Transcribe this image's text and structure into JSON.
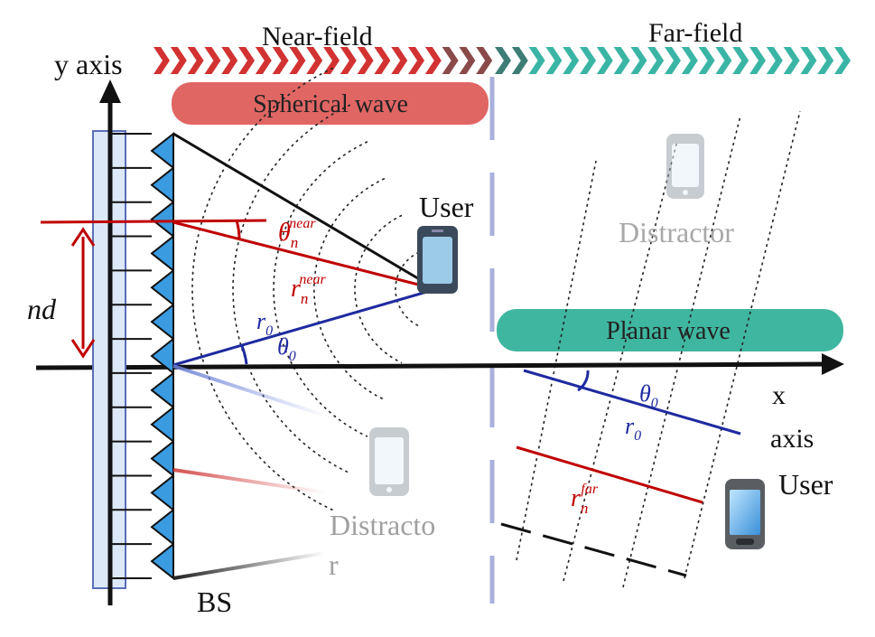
{
  "header": {
    "near_field": "Near-field",
    "far_field": "Far-field",
    "near_color": "#d23232",
    "far_color": "#3ab5a5"
  },
  "axes": {
    "y_label": "y axis",
    "x_label_line1": "x",
    "x_label_line2": "axis"
  },
  "bands": {
    "spherical": "Spherical wave",
    "spherical_color": "#e06664",
    "planar": "Planar wave",
    "planar_color": "#3fb6a0"
  },
  "labels": {
    "user_near": "User",
    "user_far": "User",
    "distractor_far": "Distractor",
    "distractor_near_line1": "Distracto",
    "distractor_near_line2": "r",
    "bs": "BS",
    "nd": "nd"
  },
  "math": {
    "theta": "θ",
    "r": "r",
    "sub_n": "n",
    "sub_0": "0",
    "sup_near": "near",
    "sup_far": "far"
  },
  "colors": {
    "red": "#c00000",
    "blue": "#1f2aa0",
    "array": "#3a9be0",
    "panel": "#dce8f8"
  }
}
